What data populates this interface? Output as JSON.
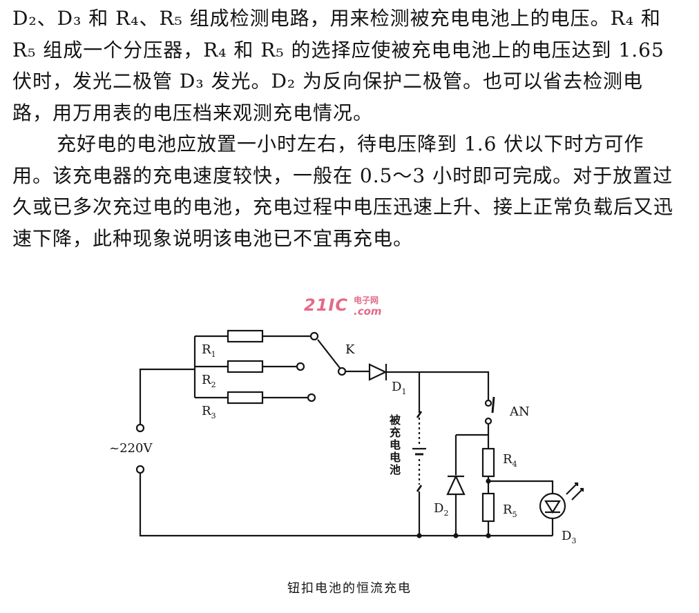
{
  "article": {
    "paragraph1": "D₂、D₃ 和 R₄、R₅ 组成检测电路，用来检测被充电电池上的电压。R₄ 和 R₅ 组成一个分压器，R₄ 和 R₅ 的选择应使被充电电池上的电压达到 1.65 伏时，发光二极管 D₃ 发光。D₂ 为反向保护二极管。也可以省去检测电路，用万用表的电压档来观测充电情况。",
    "paragraph2": "充好电的电池应放置一小时左右，待电压降到 1.6 伏以下时方可作用。该充电器的充电速度较快，一般在 0.5～3 小时即可完成。对于放置过久或已多次充过电的电池，充电过程中电压迅速上升、接上正常负载后又迅速下降，此种现象说明该电池已不宜再充电。"
  },
  "watermark": {
    "logo": "21IC",
    "site_cn": "电子网",
    "site_domain": ".com"
  },
  "diagram": {
    "labels": {
      "r1": "R",
      "r1_sub": "1",
      "r2": "R",
      "r2_sub": "2",
      "r3": "R",
      "r3_sub": "3",
      "switch_k": "K",
      "d1": "D",
      "d1_sub": "1",
      "an": "AN",
      "r4": "R",
      "r4_sub": "4",
      "r5": "R",
      "r5_sub": "5",
      "d2": "D",
      "d2_sub": "2",
      "d3": "D",
      "d3_sub": "3",
      "source": "~220V",
      "battery": "被充电电池"
    },
    "caption": "钮扣电池的恒流充电"
  }
}
